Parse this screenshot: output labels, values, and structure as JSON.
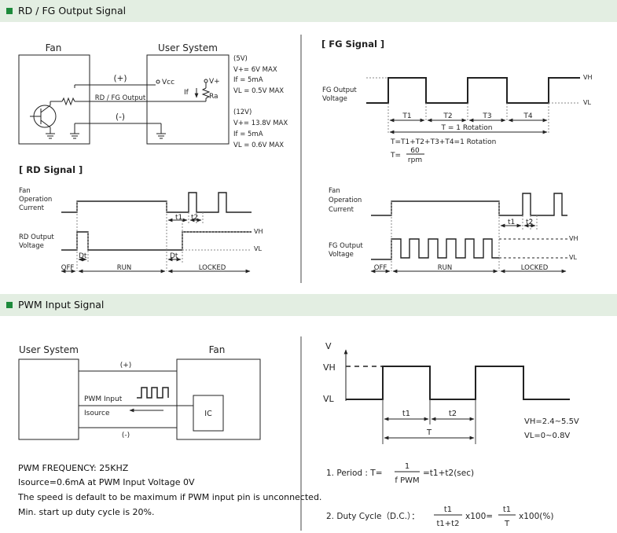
{
  "sections": {
    "rdfg_title": "RD / FG Output Signal",
    "pwm_title": "PWM Input Signal"
  },
  "circuit": {
    "fan": "Fan",
    "user_system": "User System",
    "plus": "(+)",
    "minus": "(-)",
    "signal": "RD / FG Output",
    "vcc": "Vcc",
    "vplus": "V+",
    "if": "If",
    "ra": "Ra",
    "spec5v": [
      "(5V)",
      "V+= 6V MAX",
      "If = 5mA",
      "VL = 0.5V MAX"
    ],
    "spec12v": [
      "(12V)",
      "V+= 13.8V MAX",
      "If = 5mA",
      "VL = 0.6V MAX"
    ]
  },
  "rd_signal": {
    "title": "[ RD Signal ]",
    "current_label": [
      "Fan",
      "Operation",
      "Current"
    ],
    "voltage_label": [
      "RD Output",
      "Voltage"
    ],
    "t1": "t1",
    "t2": "t2",
    "dt": "Dt",
    "vh": "VH",
    "vl": "VL",
    "off": "OFF",
    "run": "RUN",
    "locked": "LOCKED"
  },
  "fg_signal": {
    "title": "[ FG Signal ]",
    "voltage_label": [
      "FG Output",
      "Voltage"
    ],
    "periods": [
      "T1",
      "T2",
      "T3",
      "T4"
    ],
    "rotation": "T = 1 Rotation",
    "equation": "T=T1+T2+T3+T4=1 Rotation",
    "formula_lhs": "T=",
    "formula_num": "60",
    "formula_den": "rpm",
    "current_label": [
      "Fan",
      "Operation",
      "Current"
    ],
    "voltage_label2": [
      "FG Output",
      "Voltage"
    ],
    "t1": "t1",
    "t2": "t2",
    "vh": "VH",
    "vl": "VL",
    "off": "OFF",
    "run": "RUN",
    "locked": "LOCKED"
  },
  "pwm_circuit": {
    "user_system": "User System",
    "fan": "Fan",
    "plus": "(+)",
    "minus": "(-)",
    "pwm_input": "PWM Input",
    "isource": "Isource",
    "ic": "IC"
  },
  "pwm_notes": [
    "PWM FREQUENCY: 25KHZ",
    "Isource=0.6mA at PWM Input Voltage 0V",
    "The speed is default to be maximum if PWM input pin is unconnected.",
    "Min. start up duty cycle is 20%."
  ],
  "pwm_wave": {
    "v": "V",
    "vh": "VH",
    "vl": "VL",
    "t1": "t1",
    "t2": "t2",
    "T": "T",
    "vh_range": "VH=2.4~5.5V",
    "vl_range": "VL=0~0.8V"
  },
  "pwm_formulas": {
    "period_prefix": "1. Period : T=",
    "period_num": "1",
    "period_den": "f PWM",
    "period_suffix": "=t1+t2(sec)",
    "duty_prefix": "2. Duty Cycle（D.C.）：",
    "duty_num1": "t1",
    "duty_den1": "t1+t2",
    "duty_mid": "x100=",
    "duty_num2": "t1",
    "duty_den2": "T",
    "duty_suffix": "x100(%)"
  },
  "colors": {
    "band": "#e3eee2",
    "marker": "#1d8a3b"
  }
}
